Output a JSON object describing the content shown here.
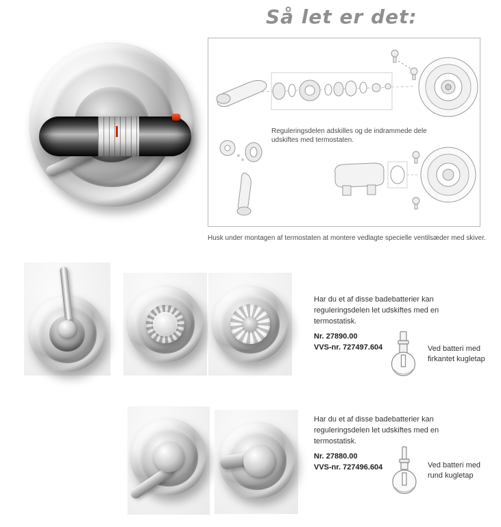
{
  "page": {
    "title": "Så let er det:"
  },
  "diagram": {
    "note": "Reguleringsdelen adskilles og de indrammede dele udskiftes med termostaten.",
    "caption": "Husk under montagen af termostaten at montere vedlagte specielle ventilsæder med skiver."
  },
  "sections": [
    {
      "paragraph": "Har du et af disse badebatterier kan reguleringsdelen let udskiftes med en termostatisk.",
      "number": "Nr. 27890.00",
      "vvs": "VVS-nr. 727497.604",
      "icon": "square-ball-spindle-icon",
      "icon_caption": "Ved batteri med firkantet kugletap"
    },
    {
      "paragraph": "Har du et af disse badebatterier kan reguleringsdelen let udskiftes med en termostatisk.",
      "number": "Nr. 27880.00",
      "vvs": "VVS-nr. 727496.604",
      "icon": "round-ball-spindle-icon",
      "icon_caption": "Ved batteri med rund kugletap"
    }
  ],
  "colors": {
    "accent_red": "#cc2a00",
    "line_art": "#9a9a9a",
    "text": "#333333"
  }
}
